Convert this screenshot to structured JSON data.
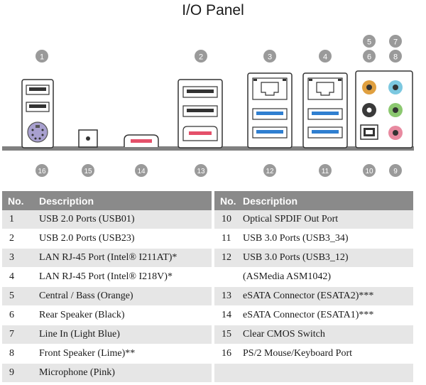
{
  "title": "I/O Panel",
  "callouts_top": [
    "1",
    "2",
    "3",
    "4",
    "5",
    "6",
    "7",
    "8"
  ],
  "callouts_bottom": [
    "16",
    "15",
    "14",
    "13",
    "12",
    "11",
    "10",
    "9"
  ],
  "colors": {
    "bar": "#808080",
    "callout": "#9a9a9a",
    "usb3": "#2f7fd0",
    "esata": "#e4506a",
    "orange": "#e0a040",
    "black": "#3a3a3a",
    "light_blue": "#7cc8e0",
    "lime": "#8cc870",
    "pink": "#e88aa0",
    "ps2": "#a8a0cf",
    "header": "#8a8a8a",
    "row_shade": "#e6e6e6"
  },
  "table": {
    "header_no": "No.",
    "header_desc": "Description",
    "left_rows": [
      {
        "no": "1",
        "desc": "USB 2.0 Ports (USB01)"
      },
      {
        "no": "2",
        "desc": "USB 2.0 Ports (USB23)"
      },
      {
        "no": "3",
        "desc": "LAN RJ-45 Port (Intel® I211AT)*"
      },
      {
        "no": "4",
        "desc": "LAN RJ-45 Port (Intel® I218V)*"
      },
      {
        "no": "5",
        "desc": "Central / Bass (Orange)"
      },
      {
        "no": "6",
        "desc": "Rear Speaker (Black)"
      },
      {
        "no": "7",
        "desc": "Line In (Light Blue)"
      },
      {
        "no": "8",
        "desc": "Front Speaker (Lime)**"
      },
      {
        "no": "9",
        "desc": "Microphone (Pink)"
      }
    ],
    "right_rows": [
      {
        "no": "10",
        "desc": "Optical SPDIF Out Port"
      },
      {
        "no": "11",
        "desc": "USB 3.0 Ports (USB3_34)"
      },
      {
        "no": "12",
        "desc": "USB 3.0 Ports (USB3_12)"
      },
      {
        "no": "",
        "desc": "(ASMedia ASM1042)"
      },
      {
        "no": "13",
        "desc": "eSATA Connector (ESATA2)***"
      },
      {
        "no": "14",
        "desc": "eSATA Connector (ESATA1)***"
      },
      {
        "no": "15",
        "desc": "Clear CMOS Switch"
      },
      {
        "no": "16",
        "desc": "PS/2 Mouse/Keyboard Port"
      },
      {
        "no": "",
        "desc": ""
      }
    ]
  }
}
